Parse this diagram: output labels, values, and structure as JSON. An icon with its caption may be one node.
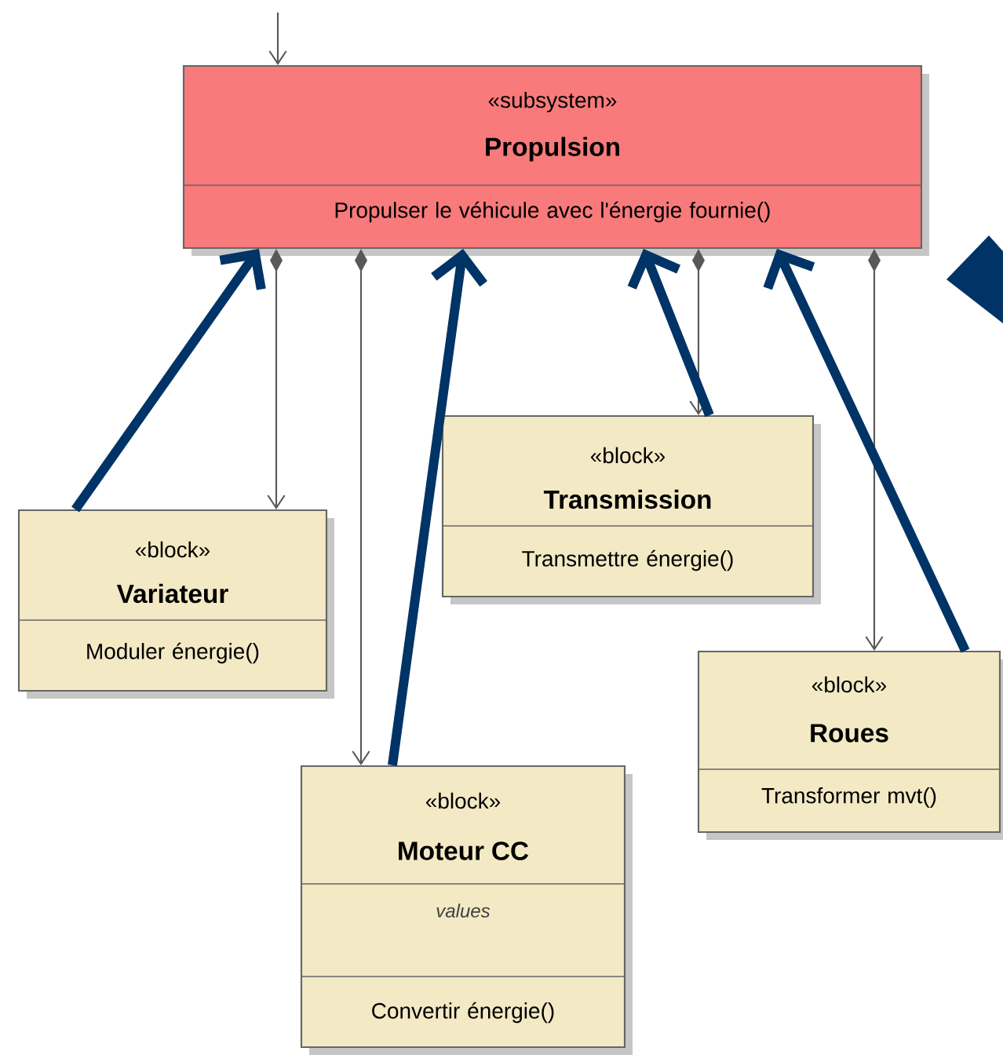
{
  "diagram": {
    "nodes": [
      {
        "text": [
          "«subsystem»",
          "Propulsion",
          "Propulser le véhicule avec l'énergie fournie()"
        ]
      },
      {
        "text": [
          "«block»",
          "Transmission",
          "Transmettre énergie()"
        ]
      },
      {
        "text": [
          "«block»",
          "Variateur",
          "Moduler énergie()"
        ]
      },
      {
        "text": [
          "«block»",
          "Roues",
          "Transformer mvt()"
        ]
      },
      {
        "text": [
          "«block»",
          "Moteur CC",
          "values",
          "Convertir énergie()"
        ]
      }
    ],
    "edges": [
      {
        "from": null,
        "to": 0,
        "arrow": "to"
      },
      {
        "from": 0,
        "to": 2,
        "arrow": "to"
      },
      {
        "from": 0,
        "to": 4,
        "arrow": "to"
      },
      {
        "from": 0,
        "to": 1,
        "arrow": "to"
      },
      {
        "from": 0,
        "to": 3,
        "arrow": "to"
      },
      {
        "from": 2,
        "to": 0,
        "arrow": "to",
        "style": "thick",
        "color": "#003366"
      },
      {
        "from": 4,
        "to": 0,
        "arrow": "to",
        "style": "thick",
        "color": "#003366"
      },
      {
        "from": 1,
        "to": 0,
        "arrow": "to",
        "style": "thick",
        "color": "#003366"
      },
      {
        "from": 3,
        "to": 0,
        "arrow": "to",
        "style": "thick",
        "color": "#003366"
      }
    ]
  }
}
